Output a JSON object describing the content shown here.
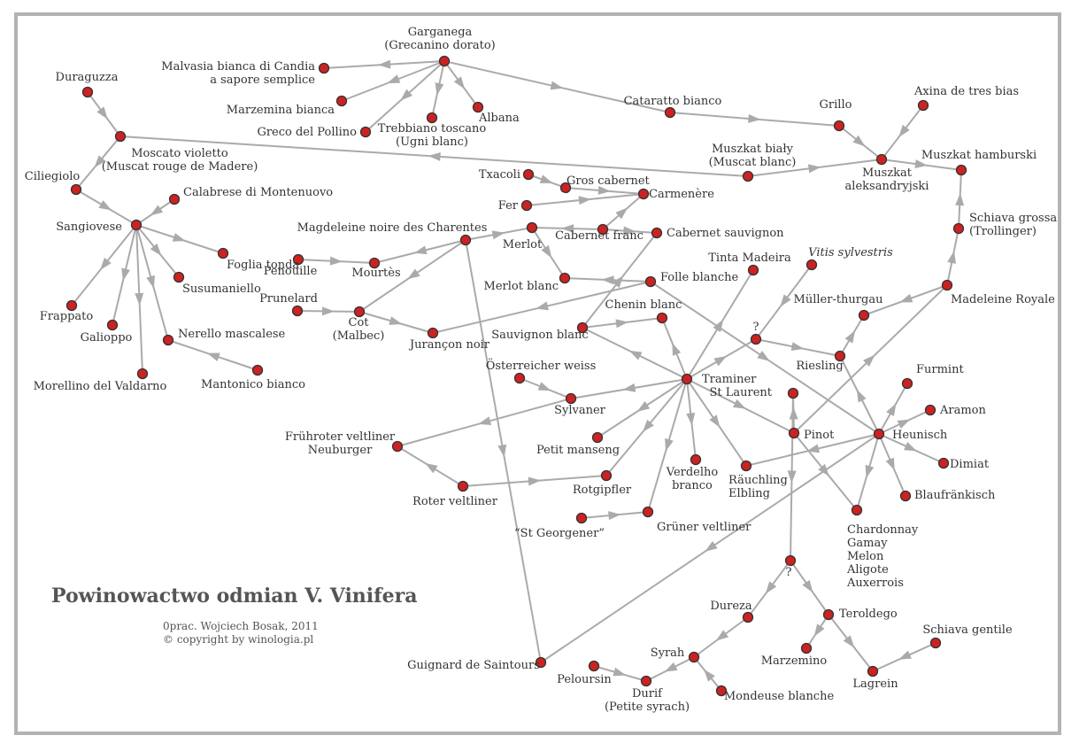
{
  "title": "Powinowactwo odmian V. Vinifera",
  "credit_line1": "0prac. Wojciech Bosak, 2011",
  "credit_line2": "© copyright by winologia.pl",
  "colors": {
    "node": "#cc2222",
    "node_stroke": "#333333",
    "edge": "#aaaaaa",
    "frame": "#b3b3b3",
    "text": "#333333"
  },
  "nodes": [
    {
      "id": "garganega",
      "lines": [
        "Garganega",
        "(Grecanino dorato)"
      ]
    },
    {
      "id": "malvasia",
      "lines": [
        "Malvasia bianca di Candia",
        "a sapore semplice"
      ]
    },
    {
      "id": "marzemina",
      "lines": [
        "Marzemina bianca"
      ]
    },
    {
      "id": "greco",
      "lines": [
        "Greco del Pollino"
      ]
    },
    {
      "id": "trebbiano",
      "lines": [
        "Trebbiano toscano",
        "(Ugni blanc)"
      ]
    },
    {
      "id": "albana",
      "lines": [
        "Albana"
      ]
    },
    {
      "id": "catarratto",
      "lines": [
        "Cataratto bianco"
      ]
    },
    {
      "id": "grillo",
      "lines": [
        "Grillo"
      ]
    },
    {
      "id": "axina",
      "lines": [
        "Axina de tres bias"
      ]
    },
    {
      "id": "duraguzza",
      "lines": [
        "Duraguzza"
      ]
    },
    {
      "id": "moscato",
      "lines": [
        "Moscato violetto",
        "(Muscat rouge de Madere)"
      ]
    },
    {
      "id": "ciliegiolo",
      "lines": [
        "Ciliegiolo"
      ]
    },
    {
      "id": "sangiovese",
      "lines": [
        "Sangiovese"
      ]
    },
    {
      "id": "calabrese",
      "lines": [
        "Calabrese di Montenuovo"
      ]
    },
    {
      "id": "foglia",
      "lines": [
        "Foglia tonda"
      ]
    },
    {
      "id": "susumaniello",
      "lines": [
        "Susumaniello"
      ]
    },
    {
      "id": "frappato",
      "lines": [
        "Frappato"
      ]
    },
    {
      "id": "gaglioppo",
      "lines": [
        "Galioppo"
      ]
    },
    {
      "id": "morellino",
      "lines": [
        "Morellino del Valdarno"
      ]
    },
    {
      "id": "nerello",
      "lines": [
        "Nerello mascalese"
      ]
    },
    {
      "id": "mantonico",
      "lines": [
        "Mantonico bianco"
      ]
    },
    {
      "id": "muszkatbialy",
      "lines": [
        "Muszkat biały",
        "(Muscat blanc)"
      ]
    },
    {
      "id": "muszkataleks",
      "lines": [
        "Muszkat",
        "aleksandryjski"
      ]
    },
    {
      "id": "muszkathamb",
      "lines": [
        "Muszkat hamburski"
      ]
    },
    {
      "id": "schiavagrossa",
      "lines": [
        "Schiava grossa",
        "(Trollinger)"
      ]
    },
    {
      "id": "madeleineroyale",
      "lines": [
        "Madeleine Royale"
      ]
    },
    {
      "id": "txacoli",
      "lines": [
        "Txacoli"
      ]
    },
    {
      "id": "fer",
      "lines": [
        "Fer"
      ]
    },
    {
      "id": "groscab",
      "lines": [
        "Gros cabernet"
      ]
    },
    {
      "id": "carmenere",
      "lines": [
        "Carmenère"
      ]
    },
    {
      "id": "cabfranc",
      "lines": [
        "Cabernet franc"
      ]
    },
    {
      "id": "cabsauv",
      "lines": [
        "Cabernet sauvignon"
      ]
    },
    {
      "id": "merlot",
      "lines": [
        "Merlot"
      ]
    },
    {
      "id": "merlotblanc",
      "lines": [
        "Merlot blanc"
      ]
    },
    {
      "id": "magdeleine",
      "lines": [
        "Magdeleine noire des Charentes"
      ]
    },
    {
      "id": "penouille",
      "lines": [
        "Penouille"
      ]
    },
    {
      "id": "mourtes",
      "lines": [
        "Mourtès"
      ]
    },
    {
      "id": "prunelard",
      "lines": [
        "Prunelard"
      ]
    },
    {
      "id": "cot",
      "lines": [
        "Cot",
        "(Malbec)"
      ]
    },
    {
      "id": "jurancon",
      "lines": [
        "Jurançon noir"
      ]
    },
    {
      "id": "follebl",
      "lines": [
        "Folle blanche"
      ]
    },
    {
      "id": "tinta",
      "lines": [
        "Tinta Madeira"
      ]
    },
    {
      "id": "vitis",
      "lines": [
        "Vitis sylvestris"
      ],
      "italic": true
    },
    {
      "id": "q1",
      "lines": [
        "?"
      ]
    },
    {
      "id": "muller",
      "lines": [
        "Müller-thurgau"
      ]
    },
    {
      "id": "riesling",
      "lines": [
        "Riesling"
      ]
    },
    {
      "id": "sauvblanc",
      "lines": [
        "Sauvignon blanc"
      ]
    },
    {
      "id": "chenin",
      "lines": [
        "Chenin blanc"
      ]
    },
    {
      "id": "traminer",
      "lines": [
        "Traminer"
      ]
    },
    {
      "id": "osterr",
      "lines": [
        "Österreicher weiss"
      ]
    },
    {
      "id": "sylvaner",
      "lines": [
        "Sylvaner"
      ]
    },
    {
      "id": "fruhroter",
      "lines": [
        "Frühroter veltliner",
        "Neuburger"
      ]
    },
    {
      "id": "roter",
      "lines": [
        "Roter veltliner"
      ]
    },
    {
      "id": "rotgipfler",
      "lines": [
        "Rotgipfler"
      ]
    },
    {
      "id": "petitmanseng",
      "lines": [
        "Petit manseng"
      ]
    },
    {
      "id": "verdelho",
      "lines": [
        "Verdelho",
        "branco"
      ]
    },
    {
      "id": "rauchling",
      "lines": [
        "Räuchling",
        "Elbling"
      ]
    },
    {
      "id": "gruner",
      "lines": [
        "Grüner veltliner"
      ]
    },
    {
      "id": "stgeorg",
      "lines": [
        "“St Georgener”"
      ]
    },
    {
      "id": "stlaurent",
      "lines": [
        "St Laurent"
      ]
    },
    {
      "id": "pinot",
      "lines": [
        "Pinot"
      ]
    },
    {
      "id": "heunisch",
      "lines": [
        "Heunisch"
      ]
    },
    {
      "id": "furmint",
      "lines": [
        "Furmint"
      ]
    },
    {
      "id": "aramon",
      "lines": [
        "Aramon"
      ]
    },
    {
      "id": "dimiat",
      "lines": [
        "Dimiat"
      ]
    },
    {
      "id": "blaufr",
      "lines": [
        "Blaufränkisch"
      ]
    },
    {
      "id": "chardonnay",
      "lines": [
        "Chardonnay",
        "Gamay",
        "Melon",
        "Aligote",
        "Auxerrois"
      ]
    },
    {
      "id": "q2",
      "lines": [
        "?"
      ]
    },
    {
      "id": "dureza",
      "lines": [
        "Dureza"
      ]
    },
    {
      "id": "teroldego",
      "lines": [
        "Teroldego"
      ]
    },
    {
      "id": "marzemino",
      "lines": [
        "Marzemino"
      ]
    },
    {
      "id": "lagrein",
      "lines": [
        "Lagrein"
      ]
    },
    {
      "id": "schiavagentile",
      "lines": [
        "Schiava gentile"
      ]
    },
    {
      "id": "syrah",
      "lines": [
        "Syrah"
      ]
    },
    {
      "id": "peloursin",
      "lines": [
        "Peloursin"
      ]
    },
    {
      "id": "durif",
      "lines": [
        "Durif",
        "(Petite syrach)"
      ]
    },
    {
      "id": "mondeuse",
      "lines": [
        "Mondeuse blanche"
      ]
    },
    {
      "id": "guignard",
      "lines": [
        "Guignard de Saintours"
      ]
    }
  ],
  "edges": [
    [
      "garganega",
      "malvasia"
    ],
    [
      "garganega",
      "marzemina"
    ],
    [
      "garganega",
      "greco"
    ],
    [
      "garganega",
      "trebbiano"
    ],
    [
      "garganega",
      "albana"
    ],
    [
      "garganega",
      "catarratto"
    ],
    [
      "catarratto",
      "grillo"
    ],
    [
      "grillo",
      "muszkataleks"
    ],
    [
      "axina",
      "muszkataleks"
    ],
    [
      "muszkataleks",
      "muszkathamb"
    ],
    [
      "schiavagrossa",
      "muszkathamb"
    ],
    [
      "madeleineroyale",
      "schiavagrossa"
    ],
    [
      "muszkatbialy",
      "muszkataleks"
    ],
    [
      "muszkatbialy",
      "moscato"
    ],
    [
      "duraguzza",
      "moscato"
    ],
    [
      "moscato",
      "ciliegiolo"
    ],
    [
      "ciliegiolo",
      "sangiovese"
    ],
    [
      "calabrese",
      "sangiovese"
    ],
    [
      "sangiovese",
      "foglia"
    ],
    [
      "sangiovese",
      "susumaniello"
    ],
    [
      "sangiovese",
      "frappato"
    ],
    [
      "sangiovese",
      "gaglioppo"
    ],
    [
      "sangiovese",
      "morellino"
    ],
    [
      "sangiovese",
      "nerello"
    ],
    [
      "mantonico",
      "nerello"
    ],
    [
      "txacoli",
      "groscab"
    ],
    [
      "fer",
      "carmenere"
    ],
    [
      "groscab",
      "carmenere"
    ],
    [
      "cabfranc",
      "carmenere"
    ],
    [
      "cabfranc",
      "cabsauv"
    ],
    [
      "cabfranc",
      "merlot"
    ],
    [
      "merlot",
      "merlotblanc"
    ],
    [
      "follebl",
      "merlotblanc"
    ],
    [
      "magdeleine",
      "merlot"
    ],
    [
      "magdeleine",
      "mourtes"
    ],
    [
      "magdeleine",
      "cot"
    ],
    [
      "magdeleine",
      "guignard"
    ],
    [
      "penouille",
      "mourtes"
    ],
    [
      "prunelard",
      "cot"
    ],
    [
      "cot",
      "jurancon"
    ],
    [
      "follebl",
      "jurancon"
    ],
    [
      "follebl",
      "heunisch"
    ],
    [
      "sauvblanc",
      "cabsauv"
    ],
    [
      "sauvblanc",
      "chenin"
    ],
    [
      "traminer",
      "sauvblanc"
    ],
    [
      "traminer",
      "chenin"
    ],
    [
      "traminer",
      "tinta"
    ],
    [
      "traminer",
      "q1"
    ],
    [
      "traminer",
      "sylvaner"
    ],
    [
      "traminer",
      "petitmanseng"
    ],
    [
      "traminer",
      "rotgipfler"
    ],
    [
      "traminer",
      "verdelho"
    ],
    [
      "traminer",
      "rauchling"
    ],
    [
      "traminer",
      "gruner"
    ],
    [
      "traminer",
      "pinot"
    ],
    [
      "vitis",
      "q1"
    ],
    [
      "q1",
      "riesling"
    ],
    [
      "riesling",
      "muller"
    ],
    [
      "madeleineroyale",
      "muller"
    ],
    [
      "heunisch",
      "riesling"
    ],
    [
      "osterr",
      "sylvaner"
    ],
    [
      "sylvaner",
      "fruhroter"
    ],
    [
      "roter",
      "fruhroter"
    ],
    [
      "roter",
      "rotgipfler"
    ],
    [
      "stgeorg",
      "gruner"
    ],
    [
      "stlaurent",
      "q2"
    ],
    [
      "pinot",
      "stlaurent"
    ],
    [
      "pinot",
      "madeleineroyale"
    ],
    [
      "pinot",
      "chardonnay"
    ],
    [
      "heunisch",
      "rauchling"
    ],
    [
      "heunisch",
      "furmint"
    ],
    [
      "heunisch",
      "aramon"
    ],
    [
      "heunisch",
      "dimiat"
    ],
    [
      "heunisch",
      "blaufr"
    ],
    [
      "heunisch",
      "chardonnay"
    ],
    [
      "heunisch",
      "guignard"
    ],
    [
      "q2",
      "dureza"
    ],
    [
      "q2",
      "teroldego"
    ],
    [
      "teroldego",
      "marzemino"
    ],
    [
      "teroldego",
      "lagrein"
    ],
    [
      "schiavagentile",
      "lagrein"
    ],
    [
      "dureza",
      "syrah"
    ],
    [
      "syrah",
      "durif"
    ],
    [
      "peloursin",
      "durif"
    ],
    [
      "mondeuse",
      "syrah"
    ]
  ]
}
